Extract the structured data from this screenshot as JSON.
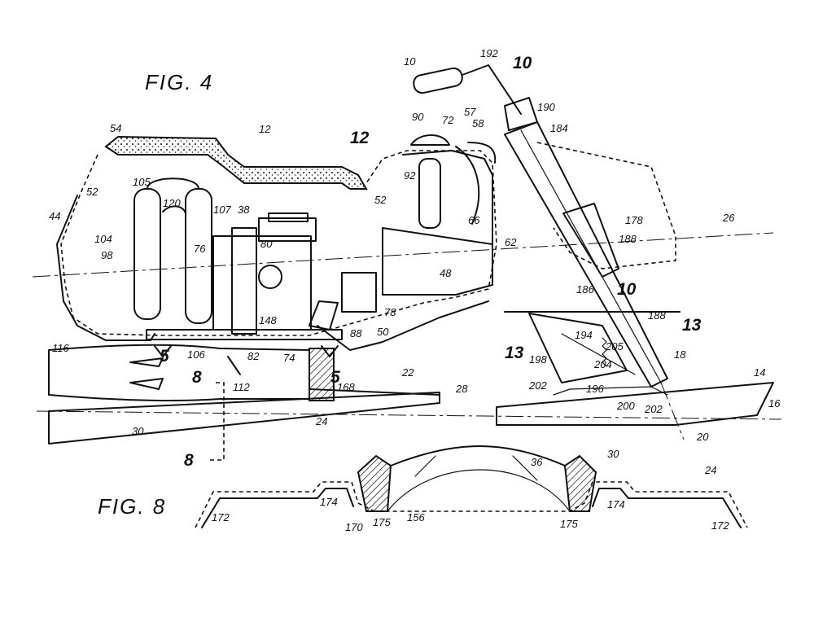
{
  "figures": {
    "fig4": "FIG. 4",
    "fig8": "FIG. 8"
  },
  "fig4_refs": {
    "r10a": "10",
    "r192": "192",
    "r10b": "10",
    "r190": "190",
    "r184": "184",
    "r90": "90",
    "r57": "57",
    "r72": "72",
    "r58": "58",
    "r12a": "12",
    "r12b": "12",
    "r54": "54",
    "r92": "92",
    "r105": "105",
    "r120": "120",
    "r107": "107",
    "r38": "38",
    "r52a": "52",
    "r52b": "52",
    "r44": "44",
    "r104": "104",
    "r98": "98",
    "r76": "76",
    "r80": "80",
    "r66": "66",
    "r178": "178",
    "r26": "26",
    "r62": "62",
    "r188a": "188",
    "r48": "48",
    "r186": "186",
    "r10c": "10",
    "r188b": "188",
    "r78": "78",
    "r148": "148",
    "r88": "88",
    "r50": "50",
    "r194": "194",
    "r205": "205",
    "r106": "106",
    "r82": "82",
    "r74": "74",
    "r116": "116",
    "r5a": "5",
    "r5b": "5",
    "r112": "112",
    "r168": "168",
    "r8a": "8",
    "r22": "22",
    "r28": "28",
    "r13a": "13",
    "r13b": "13",
    "r198": "198",
    "r204": "204",
    "r18": "18",
    "r14": "14",
    "r16": "16",
    "r202a": "202",
    "r196": "196",
    "r200": "200",
    "r202b": "202",
    "r30": "30",
    "r24": "24",
    "r8b": "8",
    "r20": "20"
  },
  "fig8_refs": {
    "r36": "36",
    "r30": "30",
    "r24": "24",
    "r174a": "174",
    "r174b": "174",
    "r172a": "172",
    "r172b": "172",
    "r170": "170",
    "r175a": "175",
    "r156": "156",
    "r175b": "175"
  }
}
